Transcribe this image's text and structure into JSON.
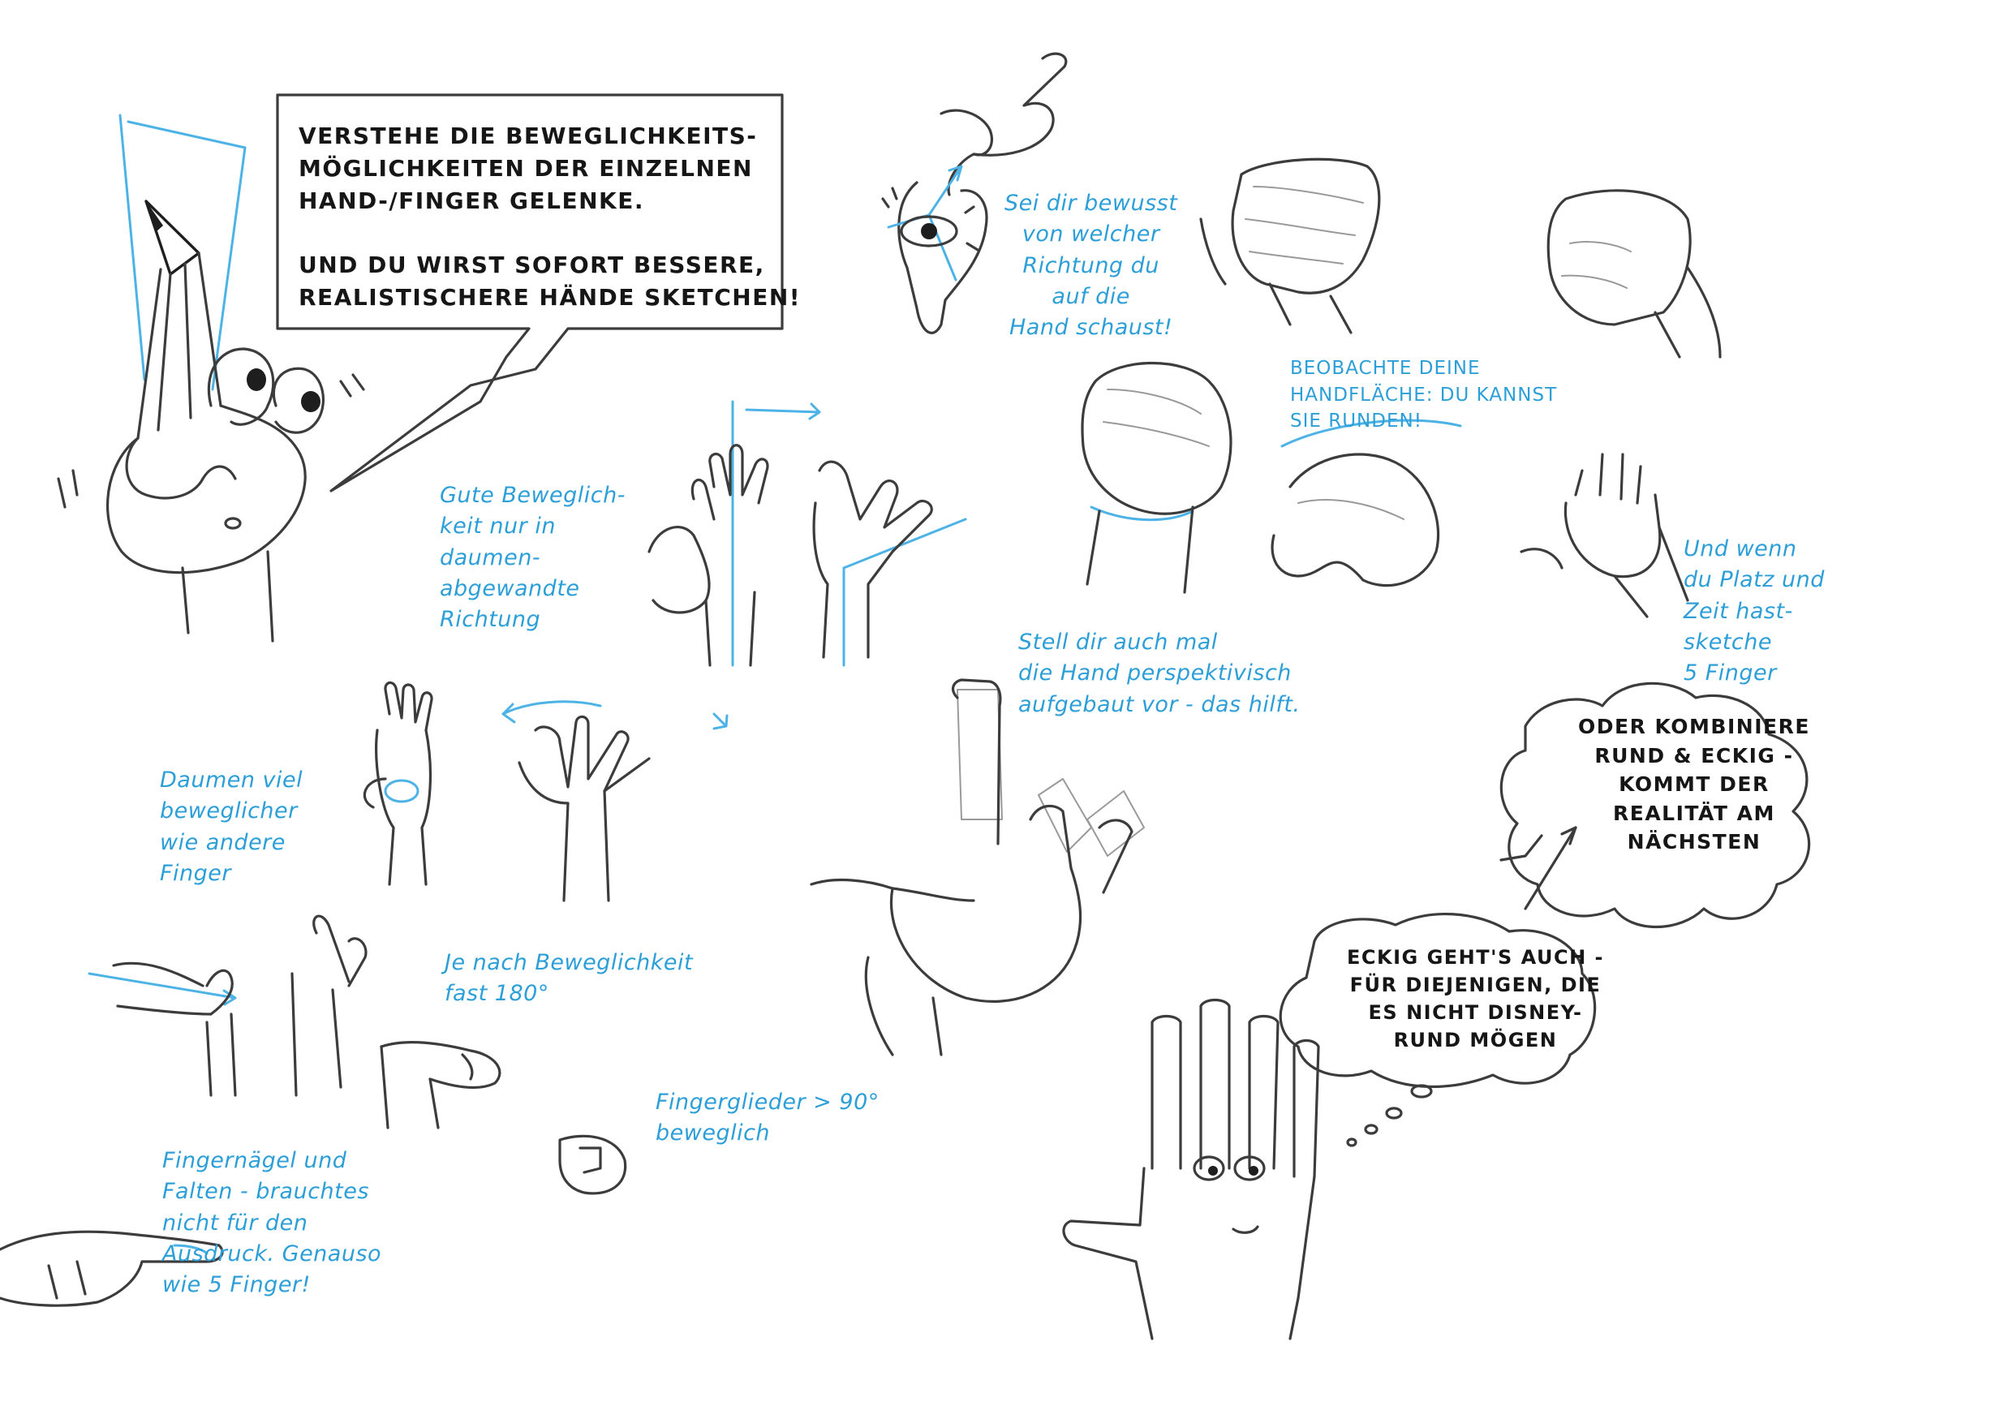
{
  "notes": {
    "intro_box": "VERSTEHE DIE BEWEGLICHKEITS-\nMÖGLICHKEITEN DER EINZELNEN\nHAND-/FINGER GELENKE.\n\nUND DU WIRST SOFORT BESSERE,\nREALISTISCHERE HÄNDE SKETCHEN!",
    "view_direction": "Sei dir bewusst\nvon welcher\nRichtung du\nauf die\nHand schaust!",
    "palm_round": "BEOBACHTE DEINE\nHANDFLÄCHE: DU KANNST\nSIE RUNDEN!",
    "five_fingers": "Und wenn\ndu Platz und\nZeit hast-\nsketche\n5 Finger",
    "good_mobility": "Gute Beweglich-\nkeit nur in\ndaumen-\nabgewandte\nRichtung",
    "perspective": "Stell dir auch mal\ndie Hand perspektivisch\naufgebaut vor - das hilft.",
    "combine_cloud": "ODER KOMBINIERE\nRUND & ECKIG -\nKOMMT DER\nREALITÄT AM\nNÄCHSTEN",
    "thumb_mobility": "Daumen viel\nbeweglicher\nwie andere\nFinger",
    "almost_180": "Je nach Beweglichkeit\nfast 180°",
    "angular_cloud": "ECKIG GEHT'S AUCH -\nFÜR DIEJENIGEN, DIE\nES NICHT DISNEY-\nRUND MÖGEN",
    "finger_joints": "Fingerglieder > 90°\nbeweglich",
    "nails_folds": "Fingernägel und\nFalten - brauchtes\nnicht für den\nAusdruck. Genauso\nwie 5 Finger!"
  },
  "colors": {
    "annotation_blue": "#2d9fd8",
    "pencil_grey": "#3c3c3c",
    "ink_black": "#161616",
    "paper": "#ffffff"
  }
}
